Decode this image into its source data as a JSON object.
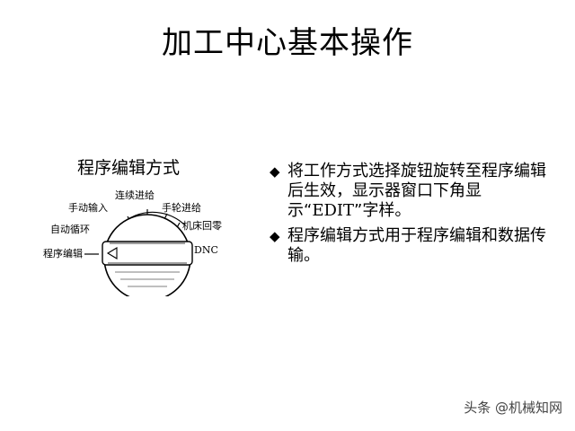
{
  "slide": {
    "title": "加工中心基本操作"
  },
  "dial": {
    "caption": "程序编辑方式",
    "labels": {
      "program_edit": "程序编辑",
      "auto_cycle": "自动循环",
      "manual_input": "手动输入",
      "continuous_feed": "连续进给",
      "handwheel_feed": "手轮进给",
      "machine_home": "机床回零",
      "dnc": "DNC"
    },
    "pointer_icon": "left-triangle-pointer"
  },
  "bullets": [
    {
      "mark": "◆",
      "text_a": "将工作方式选择旋钮旋转至程序编辑后生效，显示器窗口下角显示“",
      "text_edit": "EDIT",
      "text_b": "”字样。"
    },
    {
      "mark": "◆",
      "text": "程序编辑方式用于程序编辑和数据传输。"
    }
  ],
  "watermark": "头条 @机械知网"
}
